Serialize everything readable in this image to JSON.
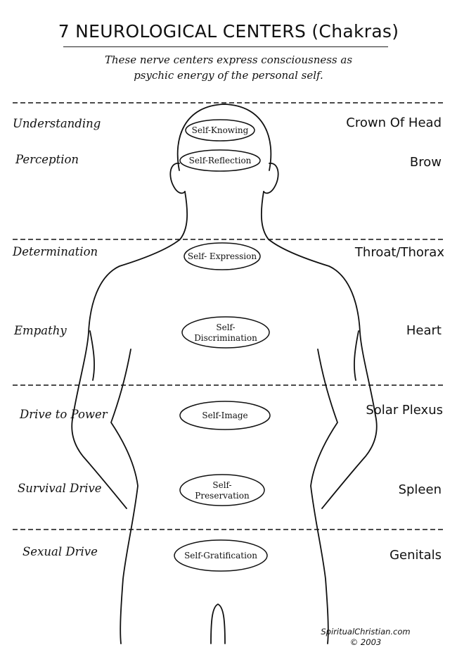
{
  "header": {
    "title": "7 NEUROLOGICAL CENTERS (Chakras)",
    "subtitle_line1": "These nerve centers express consciousness as",
    "subtitle_line2": "psychic energy of the personal self."
  },
  "centers": [
    {
      "quality": "Understanding",
      "self": "Self-Knowing",
      "location": "Crown Of Head"
    },
    {
      "quality": "Perception",
      "self": "Self-Reflection",
      "location": "Brow"
    },
    {
      "quality": "Determination",
      "self": "Self- Expression",
      "location": "Throat/Thorax"
    },
    {
      "quality": "Empathy",
      "self": "Self-\nDiscrimination",
      "location": "Heart"
    },
    {
      "quality": "Drive to Power",
      "self": "Self-Image",
      "location": "Solar Plexus"
    },
    {
      "quality": "Survival Drive",
      "self": "Self-\nPreservation",
      "location": "Spleen"
    },
    {
      "quality": "Sexual Drive",
      "self": "Self-Gratification",
      "location": "Genitals"
    }
  ],
  "credit": {
    "site": "SpiritualChristian.com",
    "year": "© 2003"
  }
}
